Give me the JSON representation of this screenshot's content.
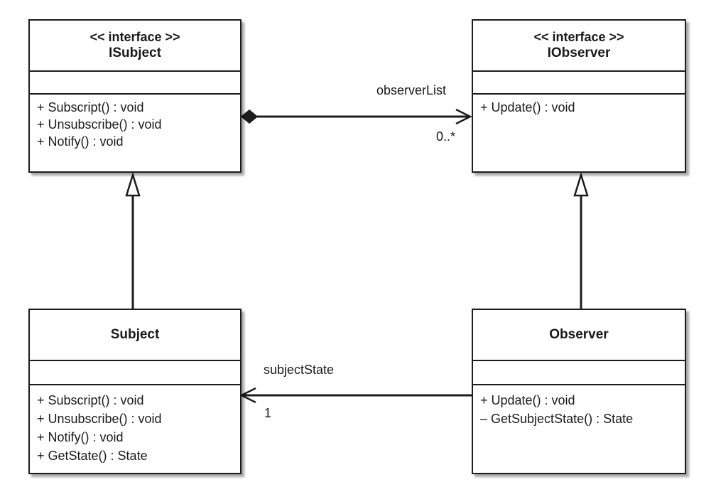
{
  "colors": {
    "stroke": "#1c1c1c",
    "background": "#ffffff",
    "text": "#1a1a1a"
  },
  "classes": {
    "isubject": {
      "stereotype": "<< interface >>",
      "name": "ISubject",
      "operations": [
        "+ Subscript() : void",
        "+ Unsubscribe() : void",
        "+ Notify() : void"
      ]
    },
    "iobserver": {
      "stereotype": "<< interface >>",
      "name": "IObserver",
      "operations": [
        "+ Update() : void"
      ]
    },
    "subject": {
      "name": "Subject",
      "operations": [
        "+ Subscript() : void",
        "+ Unsubscribe() : void",
        "+ Notify() : void",
        "+ GetState() : State"
      ]
    },
    "observer": {
      "name": "Observer",
      "operations": [
        "+ Update() : void",
        "– GetSubjectState() : State"
      ]
    }
  },
  "associations": {
    "observer_list": {
      "role": "observerList",
      "multiplicity": "0..*",
      "kind": "composition"
    },
    "subject_state": {
      "role": "subjectState",
      "multiplicity": "1",
      "kind": "directed-association"
    }
  },
  "generalizations": [
    {
      "from": "Subject",
      "to": "ISubject"
    },
    {
      "from": "Observer",
      "to": "IObserver"
    }
  ]
}
